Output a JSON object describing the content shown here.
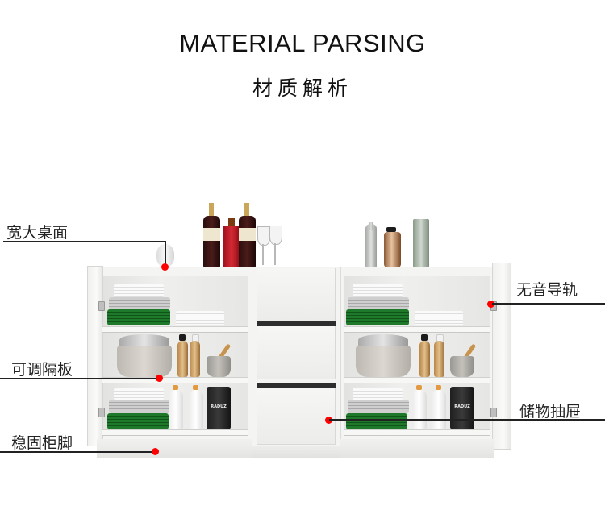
{
  "header": {
    "title_en": "MATERIAL PARSING",
    "title_cn": "材质解析"
  },
  "callouts": [
    {
      "id": "wide-countertop",
      "label": "宽大桌面",
      "side": "left"
    },
    {
      "id": "adjustable-shelf",
      "label": "可调隔板",
      "side": "left"
    },
    {
      "id": "stable-legs",
      "label": "稳固柜脚",
      "side": "left"
    },
    {
      "id": "silent-rail",
      "label": "无音导轨",
      "side": "right"
    },
    {
      "id": "storage-drawer",
      "label": "储物抽屉",
      "side": "right"
    }
  ],
  "product": {
    "canister_label": "RADUZ",
    "colors": {
      "marker": "#ff0000",
      "leader_line": "#222222",
      "green_plates": "#1e7a2a",
      "cabinet": "#f4f4f2"
    }
  }
}
